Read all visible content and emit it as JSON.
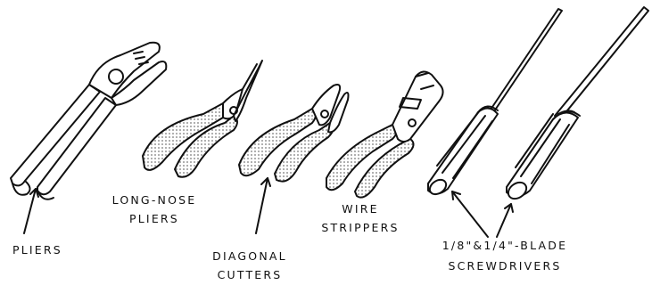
{
  "labels": {
    "pliers": "PLIERS",
    "long_nose_line1": "LONG-NOSE",
    "long_nose_line2": "PLIERS",
    "diagonal_line1": "DIAGONAL",
    "diagonal_line2": "CUTTERS",
    "wire_line1": "WIRE",
    "wire_line2": "STRIPPERS",
    "screwdrivers_line1": "1/8\"&1/4\"-BLADE",
    "screwdrivers_line2": "SCREWDRIVERS"
  },
  "colors": {
    "ink": "#111111",
    "paper": "#ffffff",
    "grip": "#c9c9c9"
  }
}
